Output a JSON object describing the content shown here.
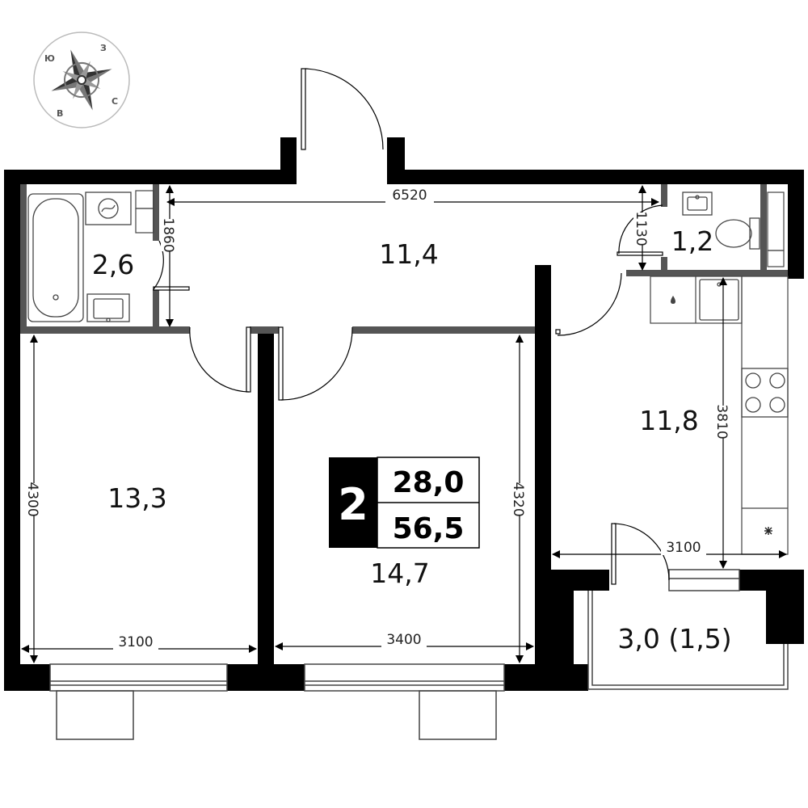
{
  "compass": {
    "n": "З",
    "w": "Ю",
    "s": "В",
    "e": "С"
  },
  "badge": {
    "rooms": "2",
    "living": "28,0",
    "total": "56,5"
  },
  "rooms": {
    "bath": "2,6",
    "hall": "11,4",
    "wc": "1,2",
    "bedroom": "13,3",
    "living": "14,7",
    "kitchen": "11,8",
    "balcony": "3,0 (1,5)"
  },
  "dims": {
    "hall_width": "6520",
    "bath_height": "1860",
    "wc_height": "1130",
    "bedroom_height": "4300",
    "living_height": "4320",
    "kitchen_height": "3810",
    "kitchen_width": "3100",
    "bedroom_width": "3100",
    "living_width": "3400"
  },
  "colors": {
    "wall": "#000000",
    "partition": "#555555",
    "badge_bg": "#000000"
  }
}
